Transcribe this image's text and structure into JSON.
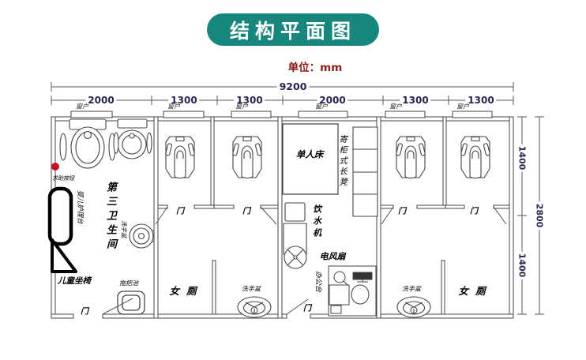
{
  "header": {
    "title": "结构平面图",
    "unit": "单位：mm"
  },
  "dimensions": {
    "total_width": "9200",
    "top_segments": [
      "2000",
      "1300",
      "1300",
      "2000",
      "1300",
      "1300"
    ],
    "right_segments": [
      "1400",
      "1400"
    ],
    "right_total": "2800"
  },
  "labels": {
    "window": "窗户",
    "door": "门",
    "third_restroom": "第三卫生间",
    "help_button": "求助按钮",
    "baby_care_station": "婴儿护理台",
    "child_seat": "儿童坐椅",
    "mop_sink": "拖把池",
    "hand_wash_basin": "洗手盆",
    "womens_toilet": "女厕",
    "single_bed": "单人床",
    "locker_bench": "寄柜式长凳",
    "water_dispenser": "饮水机",
    "electric_fan": "电风扇",
    "office_desk": "办公台"
  },
  "colors": {
    "banner": "#17867c",
    "banner_text": "#ffffff",
    "unit_text": "#8c1c15",
    "dimension_text": "#26264e",
    "line": "#444444",
    "help_button_red": "#c8131f"
  }
}
